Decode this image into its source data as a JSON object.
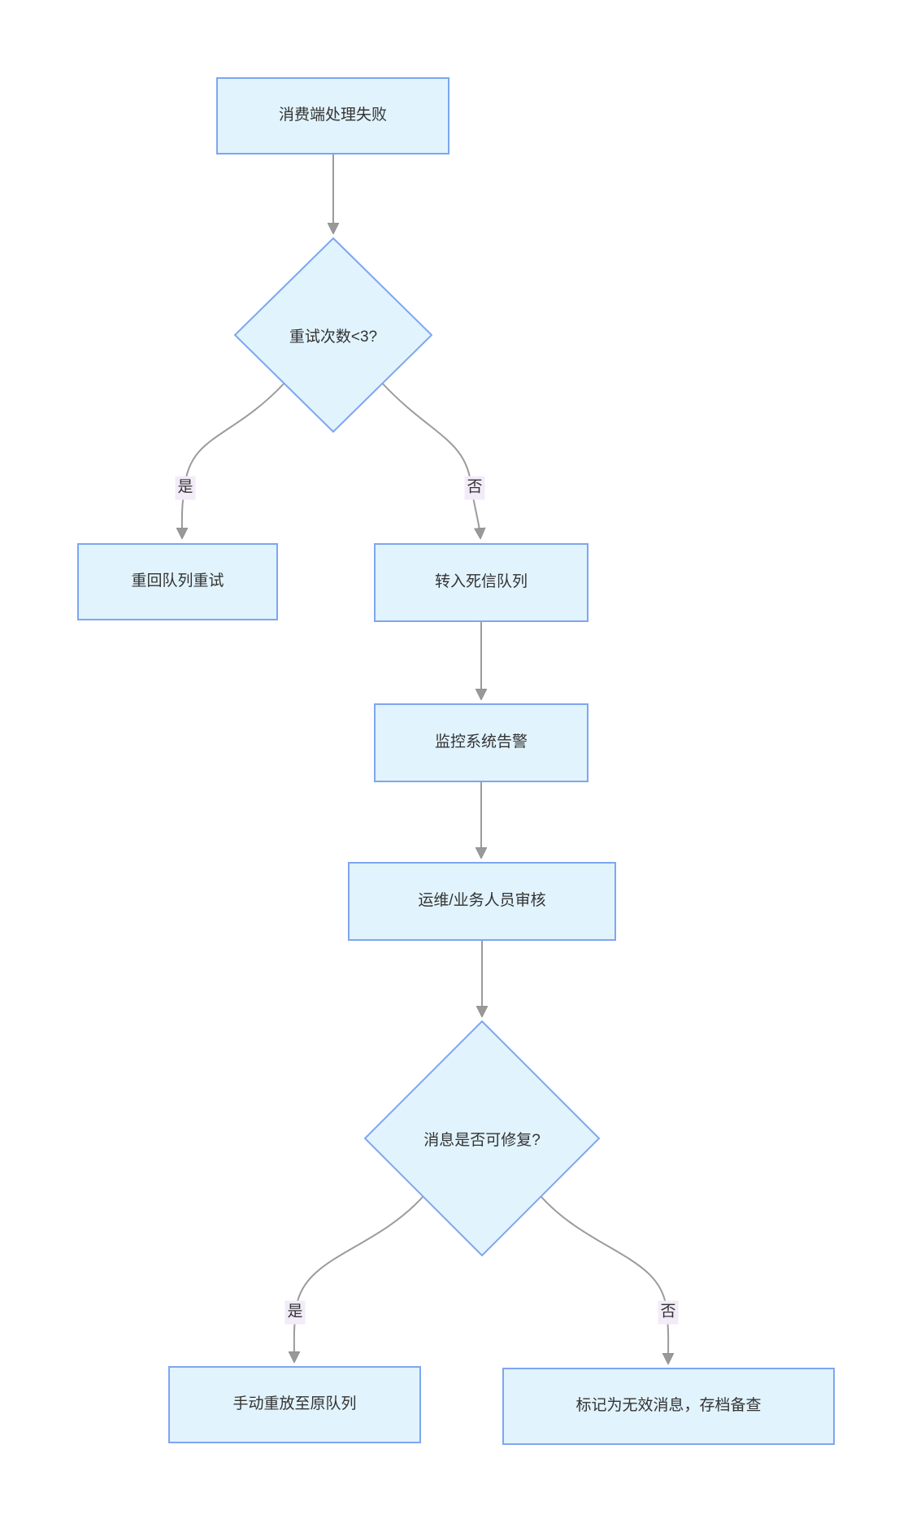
{
  "diagram": {
    "type": "flowchart",
    "direction": "top-down",
    "nodes": [
      {
        "id": "A",
        "shape": "rect",
        "label": "消费端处理失败"
      },
      {
        "id": "B",
        "shape": "diamond",
        "label": "重试次数<3?"
      },
      {
        "id": "C",
        "shape": "rect",
        "label": "重回队列重试"
      },
      {
        "id": "D",
        "shape": "rect",
        "label": "转入死信队列"
      },
      {
        "id": "E",
        "shape": "rect",
        "label": "监控系统告警"
      },
      {
        "id": "F",
        "shape": "rect",
        "label": "运维/业务人员审核"
      },
      {
        "id": "G",
        "shape": "diamond",
        "label": "消息是否可修复?"
      },
      {
        "id": "H",
        "shape": "rect",
        "label": "手动重放至原队列"
      },
      {
        "id": "I",
        "shape": "rect",
        "label": "标记为无效消息，存档备查"
      }
    ],
    "edges": [
      {
        "from": "A",
        "to": "B",
        "label": ""
      },
      {
        "from": "B",
        "to": "C",
        "label": "是"
      },
      {
        "from": "B",
        "to": "D",
        "label": "否"
      },
      {
        "from": "D",
        "to": "E",
        "label": ""
      },
      {
        "from": "E",
        "to": "F",
        "label": ""
      },
      {
        "from": "F",
        "to": "G",
        "label": ""
      },
      {
        "from": "G",
        "to": "H",
        "label": "是"
      },
      {
        "from": "G",
        "to": "I",
        "label": "否"
      }
    ],
    "colors": {
      "node_fill": "#E1F3FC",
      "node_border": "#7EA6F0",
      "edge": "#9B9B9B",
      "text": "#333333",
      "edge_label_bg": "#F2EBF8"
    }
  }
}
